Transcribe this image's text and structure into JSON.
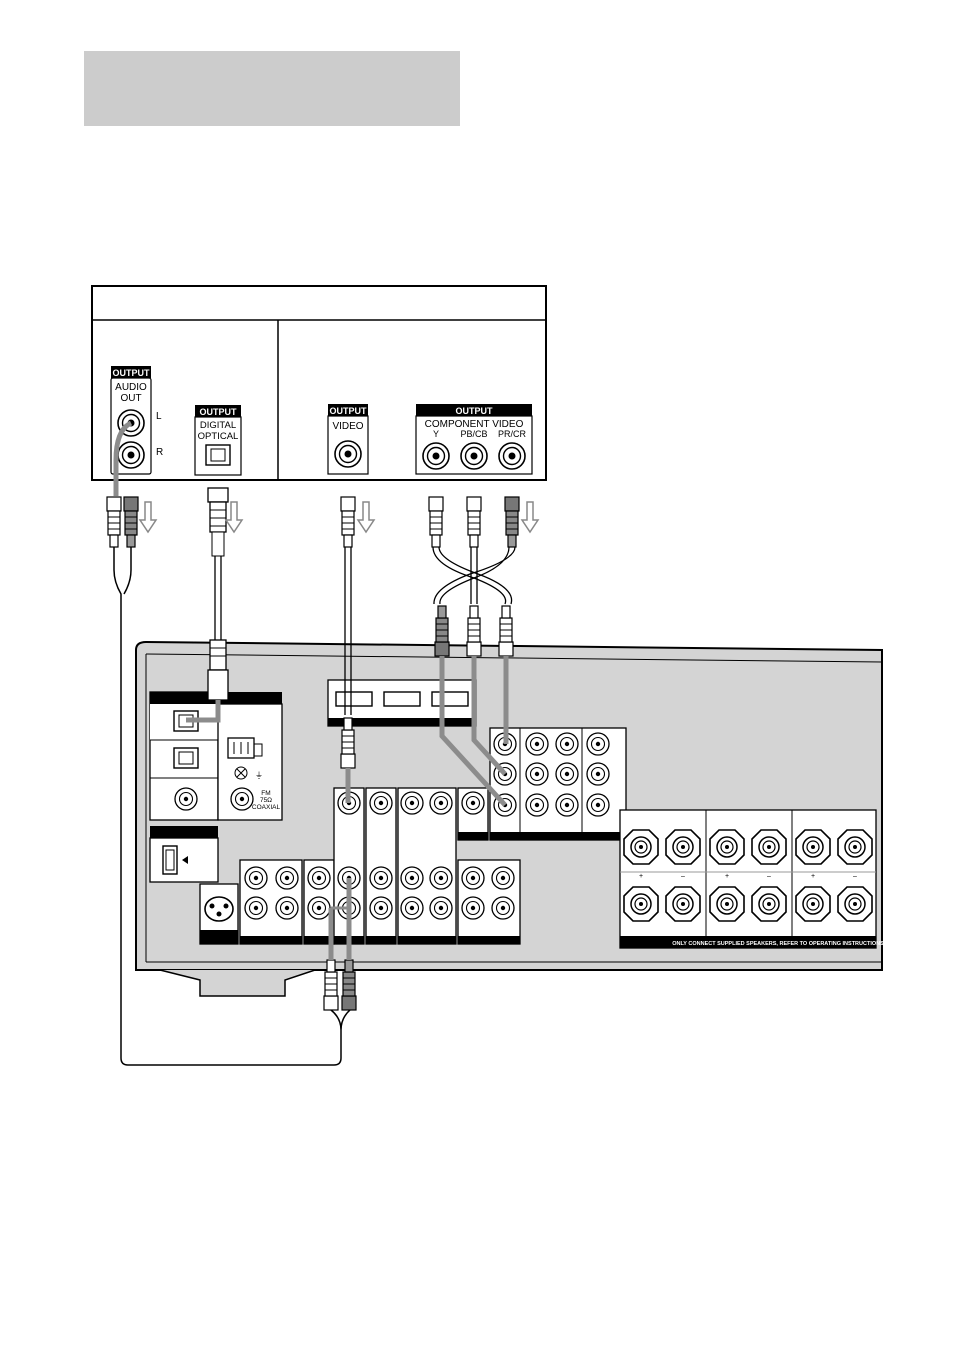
{
  "header": {
    "title": ""
  },
  "source": {
    "audio_output_badge": "OUTPUT",
    "audio_out_label_1": "AUDIO",
    "audio_out_label_2": "OUT",
    "channel_left": "L",
    "channel_right": "R",
    "optical_output_badge": "OUTPUT",
    "optical_label_1": "DIGITAL",
    "optical_label_2": "OPTICAL",
    "video_output_badge": "OUTPUT",
    "video_label": "VIDEO",
    "component_output_badge": "OUTPUT",
    "component_label": "COMPONENT VIDEO",
    "component_y": "Y",
    "component_pb": "PB/CB",
    "component_pr": "PR/CR"
  },
  "receiver": {
    "fm_label_1": "FM",
    "fm_label_2": "75Ω",
    "fm_label_3": "COAXIAL",
    "speaker_notice": "ONLY CONNECT SUPPLIED SPEAKERS, REFER TO OPERATING INSTRUCTIONS",
    "speaker_plus": "+",
    "speaker_minus": "–"
  },
  "colors": {
    "title_bar": "#cccccc",
    "receiver_panel": "#d4d4d4",
    "cable_gray": "#8c8c8c",
    "label_black": "#000000"
  }
}
